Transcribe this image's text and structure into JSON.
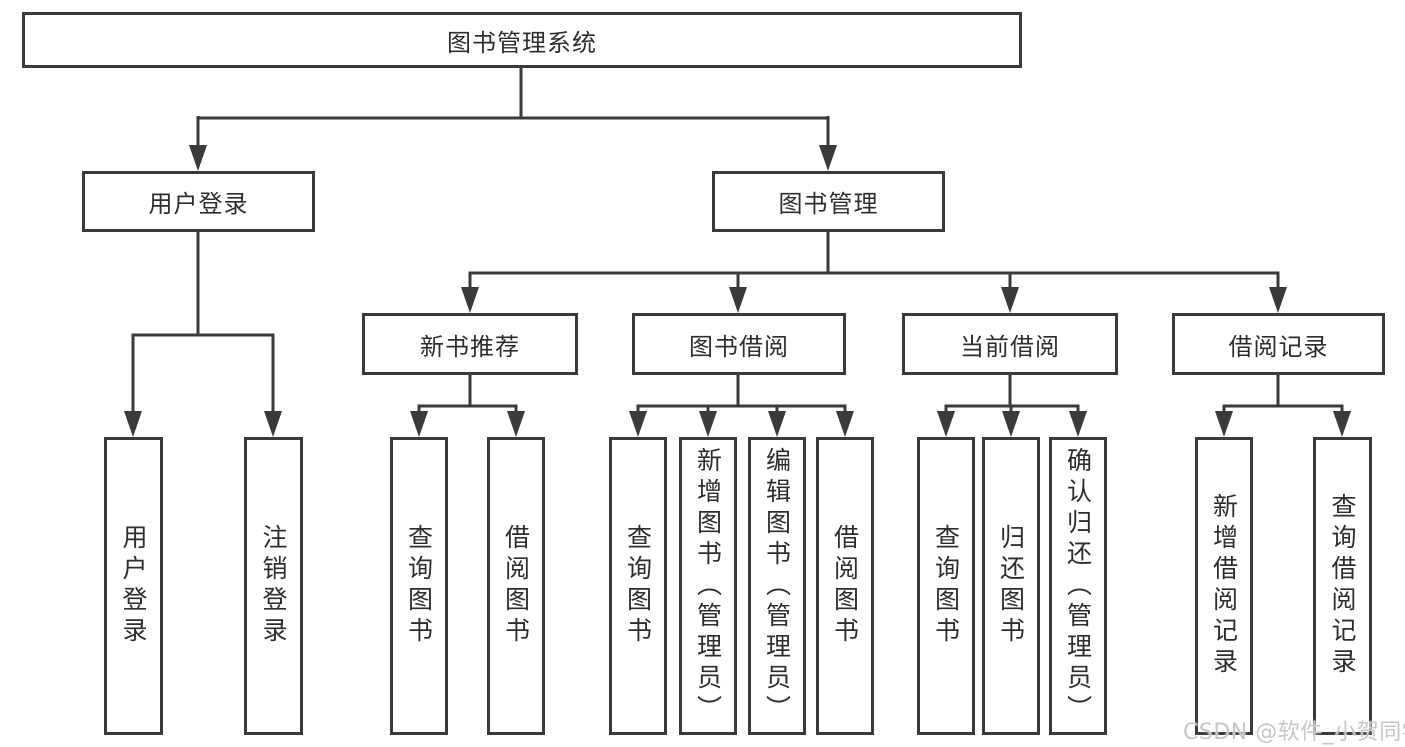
{
  "diagram": {
    "root": {
      "label": "图书管理系统"
    },
    "branches": [
      {
        "label": "用户登录",
        "children": [
          {
            "label": "用户登录"
          },
          {
            "label": "注销登录"
          }
        ]
      },
      {
        "label": "图书管理",
        "children": [
          {
            "label": "新书推荐",
            "children": [
              {
                "label": "查询图书"
              },
              {
                "label": "借阅图书"
              }
            ]
          },
          {
            "label": "图书借阅",
            "children": [
              {
                "label": "查询图书"
              },
              {
                "label": "新增图书（管理员）"
              },
              {
                "label": "编辑图书（管理员）"
              },
              {
                "label": "借阅图书"
              }
            ]
          },
          {
            "label": "当前借阅",
            "children": [
              {
                "label": "查询图书"
              },
              {
                "label": "归还图书"
              },
              {
                "label": "确认归还（管理员）"
              }
            ]
          },
          {
            "label": "借阅记录",
            "children": [
              {
                "label": "新增借阅记录"
              },
              {
                "label": "查询借阅记录"
              }
            ]
          }
        ]
      }
    ]
  },
  "watermark": {
    "text": "CSDN @软件_小贺同学"
  },
  "colors": {
    "line": "#3a3a3a",
    "text": "#2e2e2e",
    "background": "#ffffff",
    "watermark": "#c3c7c8"
  }
}
